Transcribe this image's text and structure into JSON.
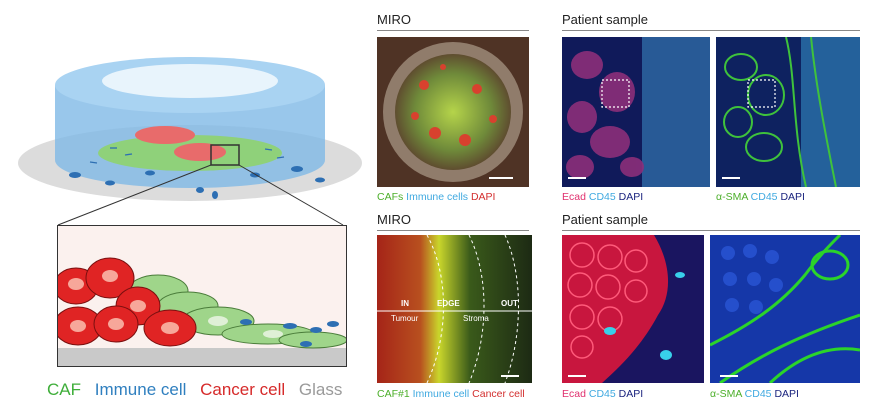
{
  "sections": {
    "top_miro": "MIRO",
    "top_patient": "Patient sample",
    "bottom_miro": "MIRO",
    "bottom_patient": "Patient sample"
  },
  "captions": {
    "miro_top": [
      {
        "text": "CAFs",
        "color": "#4caf2a"
      },
      {
        "text": "Immune cells",
        "color": "#3fa9e0"
      },
      {
        "text": "DAPI",
        "color": "#d32f2f"
      }
    ],
    "patient_top_left": [
      {
        "text": "Ecad",
        "color": "#e0306e"
      },
      {
        "text": "CD45",
        "color": "#3fa9e0"
      },
      {
        "text": "DAPI",
        "color": "#1a237e"
      }
    ],
    "patient_top_right": [
      {
        "text": "α-SMA",
        "color": "#4caf2a"
      },
      {
        "text": "CD45",
        "color": "#3fa9e0"
      },
      {
        "text": "DAPI",
        "color": "#1a237e"
      }
    ],
    "miro_bottom": [
      {
        "text": "CAF#1",
        "color": "#4caf2a"
      },
      {
        "text": "Immune cell",
        "color": "#3fa9e0"
      },
      {
        "text": "Cancer cell",
        "color": "#d32f2f"
      }
    ],
    "patient_bottom_left": [
      {
        "text": "Ecad",
        "color": "#e0306e"
      },
      {
        "text": "CD45",
        "color": "#3fa9e0"
      },
      {
        "text": "DAPI",
        "color": "#1a237e"
      }
    ],
    "patient_bottom_right": [
      {
        "text": "α-SMA",
        "color": "#4caf2a"
      },
      {
        "text": "CD45",
        "color": "#3fa9e0"
      },
      {
        "text": "DAPI",
        "color": "#1a237e"
      }
    ]
  },
  "overlay": {
    "in": "IN",
    "tumour": "Tumour",
    "edge": "EDGE",
    "stroma": "Stroma",
    "out": "OUT"
  },
  "legend": [
    {
      "text": "CAF",
      "color": "#3fae3a"
    },
    {
      "text": "Immune cell",
      "color": "#2f7fbf"
    },
    {
      "text": "Cancer cell",
      "color": "#d62a2a"
    },
    {
      "text": "Glass",
      "color": "#9a9a9a"
    }
  ]
}
